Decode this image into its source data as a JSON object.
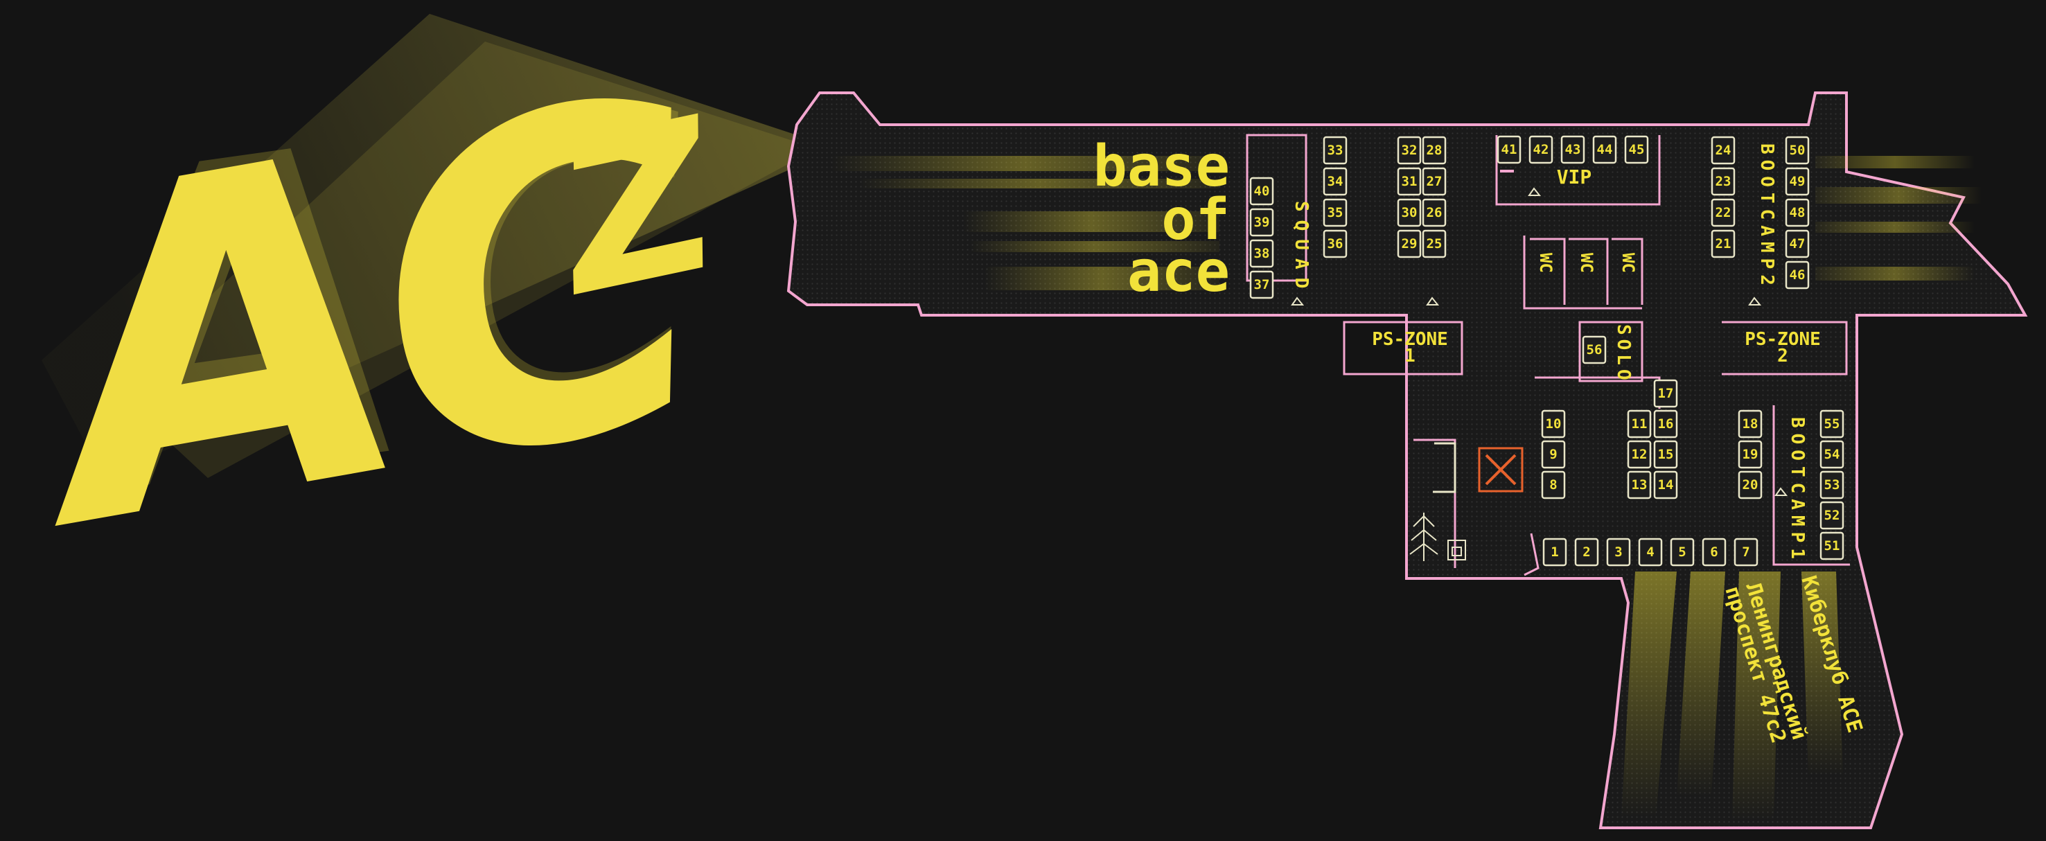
{
  "logo": {
    "text": "AC",
    "superscript": "Z"
  },
  "title": {
    "line1": "base",
    "line2": "of",
    "line3": "ace"
  },
  "zones": {
    "squad": "SQUAD",
    "vip": "VIP",
    "bootcamp2": "BOOTCAMP2",
    "bootcamp1": "BOOTCAMP1",
    "ps_zone_1": {
      "line1": "PS-ZONE",
      "line2": "1"
    },
    "ps_zone_2": {
      "line1": "PS-ZONE",
      "line2": "2"
    },
    "solo": "SOLO",
    "wc": [
      "WC",
      "WC",
      "WC"
    ]
  },
  "address": {
    "street_line1": "Ленинградский",
    "street_line2": "проспект 47с2",
    "club": "Киберклуб ACE"
  },
  "seats": {
    "squad": [
      "40",
      "39",
      "38",
      "37"
    ],
    "block_a_col1": [
      "33",
      "34",
      "35",
      "36"
    ],
    "block_a_col2": [
      "32",
      "31",
      "30",
      "29"
    ],
    "block_a_col3": [
      "28",
      "27",
      "26",
      "25"
    ],
    "vip": [
      "41",
      "42",
      "43",
      "44",
      "45"
    ],
    "block_b": [
      "24",
      "23",
      "22",
      "21"
    ],
    "bootcamp2": [
      "50",
      "49",
      "48",
      "47",
      "46"
    ],
    "solo": [
      "56"
    ],
    "left_col": [
      "10",
      "9",
      "8"
    ],
    "mid_col1": [
      "11",
      "12",
      "13"
    ],
    "mid_col2": [
      "17",
      "16",
      "15",
      "14"
    ],
    "right_col": [
      "18",
      "19",
      "20"
    ],
    "bootcamp1": [
      "55",
      "54",
      "53",
      "52",
      "51"
    ],
    "bottom_row": [
      "1",
      "2",
      "3",
      "4",
      "5",
      "6",
      "7"
    ]
  },
  "colors": {
    "background": "#141414",
    "accent": "#f2e23a",
    "walls": "#f3a6cf",
    "floor": "#1c1c1c",
    "stage": "#e8622c"
  }
}
